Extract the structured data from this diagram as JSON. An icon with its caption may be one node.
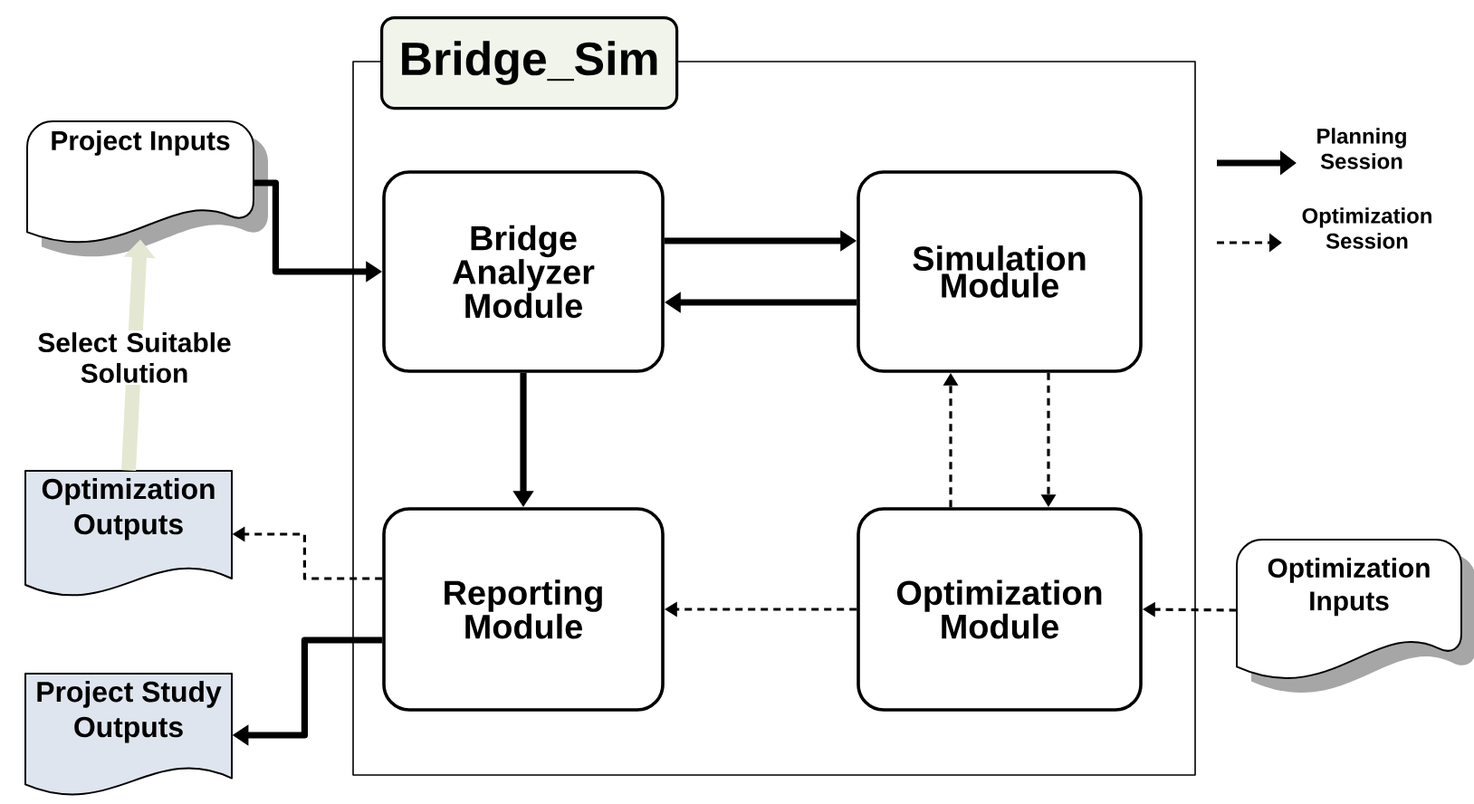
{
  "diagram": {
    "nodes": [
      {
        "text": [
          "Bridge_Sim"
        ]
      },
      {
        "text": [
          "Project Inputs"
        ]
      },
      {
        "text": [
          "Bridge Analyzer Module"
        ],
        "in": 0
      },
      {
        "text": [
          "Simulation Module"
        ],
        "in": 0
      },
      {
        "text": [
          "Reporting Module"
        ],
        "in": 0
      },
      {
        "text": [
          "Optimization Module"
        ],
        "in": 0
      },
      {
        "text": [
          "Optimization Inputs"
        ]
      },
      {
        "text": [
          "Optimization Outputs"
        ]
      },
      {
        "text": [
          "Project Study Outputs"
        ]
      }
    ],
    "edges": [
      {
        "from": 1,
        "to": 2,
        "arrow": "to"
      },
      {
        "from": 2,
        "to": 3,
        "arrow": "to"
      },
      {
        "from": 3,
        "to": 2,
        "arrow": "to"
      },
      {
        "from": 2,
        "to": 4,
        "arrow": "to"
      },
      {
        "from": 5,
        "to": 3,
        "arrow": "to",
        "style": "dashed"
      },
      {
        "from": 3,
        "to": 5,
        "arrow": "to",
        "style": "dashed"
      },
      {
        "from": 5,
        "to": 4,
        "arrow": "to",
        "style": "dashed"
      },
      {
        "from": 6,
        "to": 5,
        "arrow": "to",
        "style": "dashed"
      },
      {
        "from": 4,
        "to": 7,
        "arrow": "to",
        "style": "dashed"
      },
      {
        "from": 4,
        "to": 8,
        "arrow": "to"
      },
      {
        "from": 7,
        "to": 1,
        "arrow": "to",
        "label": "Select Suitable Solution",
        "style": "thick",
        "color": "#e4e8d2"
      }
    ],
    "legend": [
      {
        "text": "Planning Session"
      },
      {
        "text": "Optimization Session"
      }
    ]
  }
}
